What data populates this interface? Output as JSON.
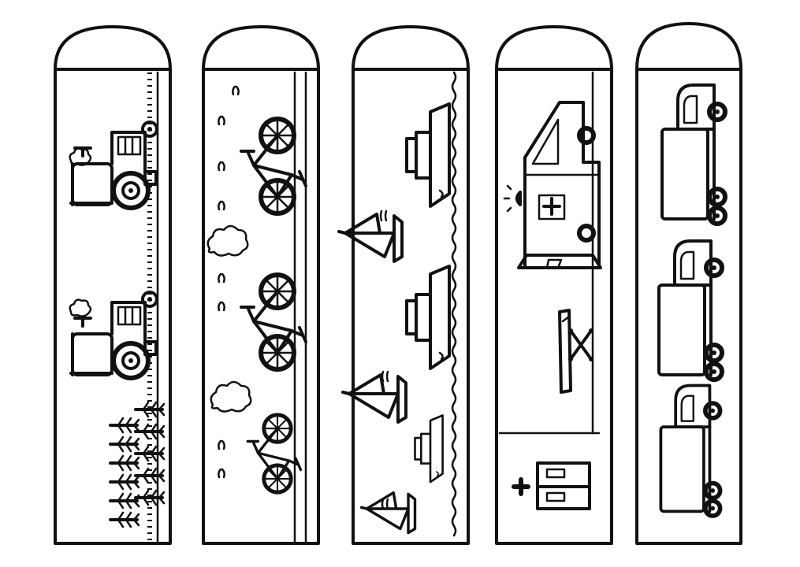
{
  "page": {
    "background_color": "#ffffff",
    "ink_color": "#111111"
  },
  "bookmarks": [
    {
      "theme": "tractors",
      "icons": [
        "tractor-icon",
        "tractor-icon",
        "wheat-plant-icon"
      ],
      "decorations": [
        "smoke-puff-icon",
        "dashed-field-edge"
      ]
    },
    {
      "theme": "bicycles",
      "icons": [
        "bicycle-icon",
        "bicycle-icon",
        "bicycle-icon"
      ],
      "decorations": [
        "cloud-icon",
        "grass-tuft-icon",
        "road-lines"
      ]
    },
    {
      "theme": "sailboats",
      "icons": [
        "sailboat-icon",
        "boat-icon"
      ],
      "decorations": [
        "water-ripple-icon",
        "wavy-shoreline"
      ]
    },
    {
      "theme": "ambulance",
      "icons": [
        "ambulance-icon",
        "stretcher-icon",
        "hospital-door-icon",
        "plus-icon"
      ],
      "decorations": [
        "siren-light-icon"
      ]
    },
    {
      "theme": "trucks",
      "icons": [
        "truck-icon",
        "truck-icon",
        "truck-icon"
      ],
      "decorations": []
    }
  ]
}
